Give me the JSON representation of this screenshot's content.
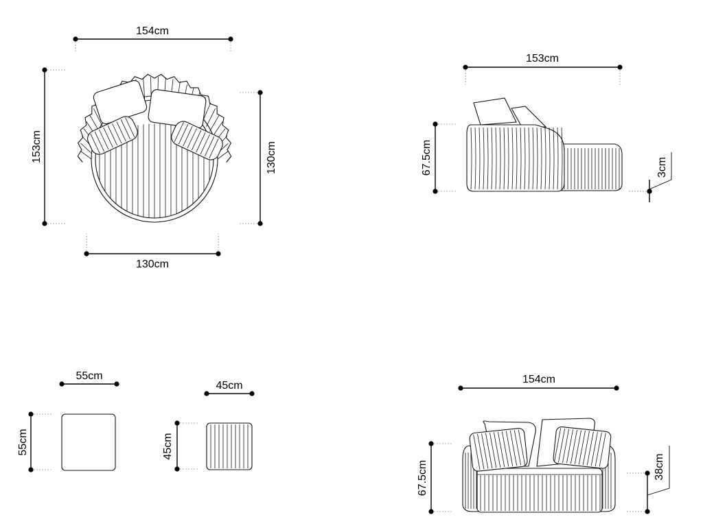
{
  "top_view": {
    "width_label": "154cm",
    "depth_label": "153cm",
    "seat_depth_label": "130cm",
    "base_width_label": "130cm"
  },
  "side_view": {
    "depth_label": "153cm",
    "height_label": "67.5cm",
    "leg_label": "3cm"
  },
  "cushion_large": {
    "width_label": "55cm",
    "height_label": "55cm"
  },
  "cushion_small": {
    "width_label": "45cm",
    "height_label": "45cm"
  },
  "front_view": {
    "width_label": "154cm",
    "height_label": "67.5cm",
    "seat_height_label": "38cm"
  }
}
